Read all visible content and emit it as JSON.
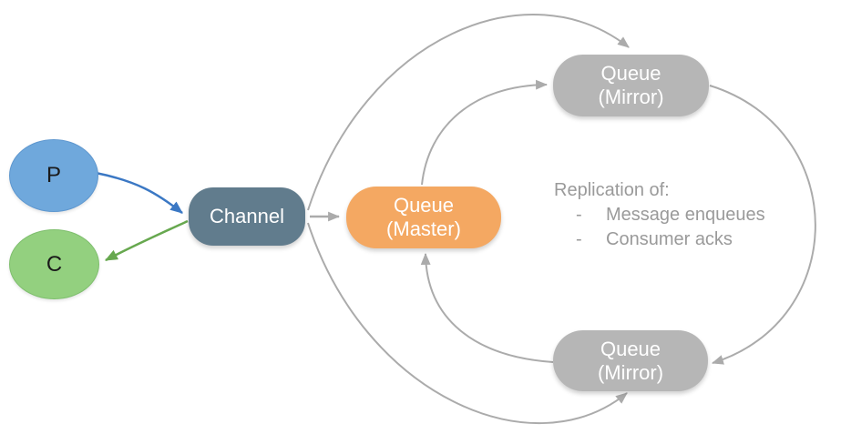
{
  "nodes": {
    "producer": {
      "label": "P"
    },
    "consumer": {
      "label": "C"
    },
    "channel": {
      "label": "Channel"
    },
    "master": {
      "line1": "Queue",
      "line2": "(Master)"
    },
    "mirror_top": {
      "line1": "Queue",
      "line2": "(Mirror)"
    },
    "mirror_bottom": {
      "line1": "Queue",
      "line2": "(Mirror)"
    }
  },
  "note": {
    "title": "Replication of:",
    "bullet": "-",
    "items": [
      "Message enqueues",
      "Consumer acks"
    ]
  },
  "edges": [
    {
      "from": "producer",
      "to": "channel",
      "color_key": "arrow_producer"
    },
    {
      "from": "channel",
      "to": "consumer",
      "color_key": "arrow_consumer"
    },
    {
      "from": "channel",
      "to": "queue-master",
      "color_key": "arrow"
    },
    {
      "from": "channel",
      "to": "queue-mirror-top",
      "color_key": "arrow"
    },
    {
      "from": "channel",
      "to": "queue-mirror-bottom",
      "color_key": "arrow"
    },
    {
      "from": "queue-master",
      "to": "queue-mirror-top",
      "color_key": "arrow"
    },
    {
      "from": "queue-mirror-top",
      "to": "queue-mirror-bottom",
      "color_key": "arrow"
    },
    {
      "from": "queue-mirror-bottom",
      "to": "queue-master",
      "color_key": "arrow"
    }
  ],
  "colors": {
    "producer_fill": "#6FA8DC",
    "consumer_fill": "#93D07F",
    "channel_fill": "#617C8D",
    "master_fill": "#F4A862",
    "mirror_fill": "#B6B6B6",
    "arrow": "#ABABAB",
    "arrow_producer": "#3B78C4",
    "arrow_consumer": "#67A84F",
    "note_text": "#9A9A9A"
  }
}
